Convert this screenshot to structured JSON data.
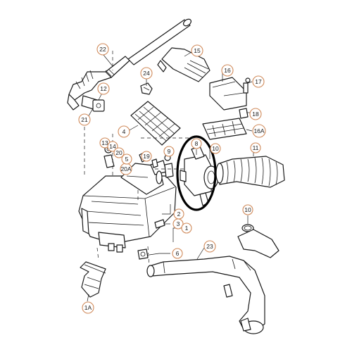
{
  "diagram": {
    "callouts": [
      {
        "id": "c22",
        "label": "22"
      },
      {
        "id": "c15",
        "label": "15"
      },
      {
        "id": "c16",
        "label": "16"
      },
      {
        "id": "c17",
        "label": "17"
      },
      {
        "id": "c24",
        "label": "24"
      },
      {
        "id": "c12",
        "label": "12"
      },
      {
        "id": "c21",
        "label": "21"
      },
      {
        "id": "c4",
        "label": "4"
      },
      {
        "id": "c18",
        "label": "18"
      },
      {
        "id": "c16a",
        "label": "16A"
      },
      {
        "id": "c13",
        "label": "13"
      },
      {
        "id": "c14",
        "label": "14"
      },
      {
        "id": "c20",
        "label": "20"
      },
      {
        "id": "c20a",
        "label": "20A"
      },
      {
        "id": "c5",
        "label": "5"
      },
      {
        "id": "c19",
        "label": "19"
      },
      {
        "id": "c9",
        "label": "9"
      },
      {
        "id": "c8",
        "label": "8"
      },
      {
        "id": "c10a",
        "label": "10"
      },
      {
        "id": "c11",
        "label": "11"
      },
      {
        "id": "c2",
        "label": "2"
      },
      {
        "id": "c3",
        "label": "3"
      },
      {
        "id": "c1",
        "label": "1"
      },
      {
        "id": "c6",
        "label": "6"
      },
      {
        "id": "c10b",
        "label": "10"
      },
      {
        "id": "c23",
        "label": "23"
      },
      {
        "id": "c1a",
        "label": "1A"
      }
    ],
    "colors": {
      "line": "#1a1a1a",
      "callout_ring": "#d08a5a",
      "highlight": "#000000",
      "background": "#ffffff"
    }
  }
}
